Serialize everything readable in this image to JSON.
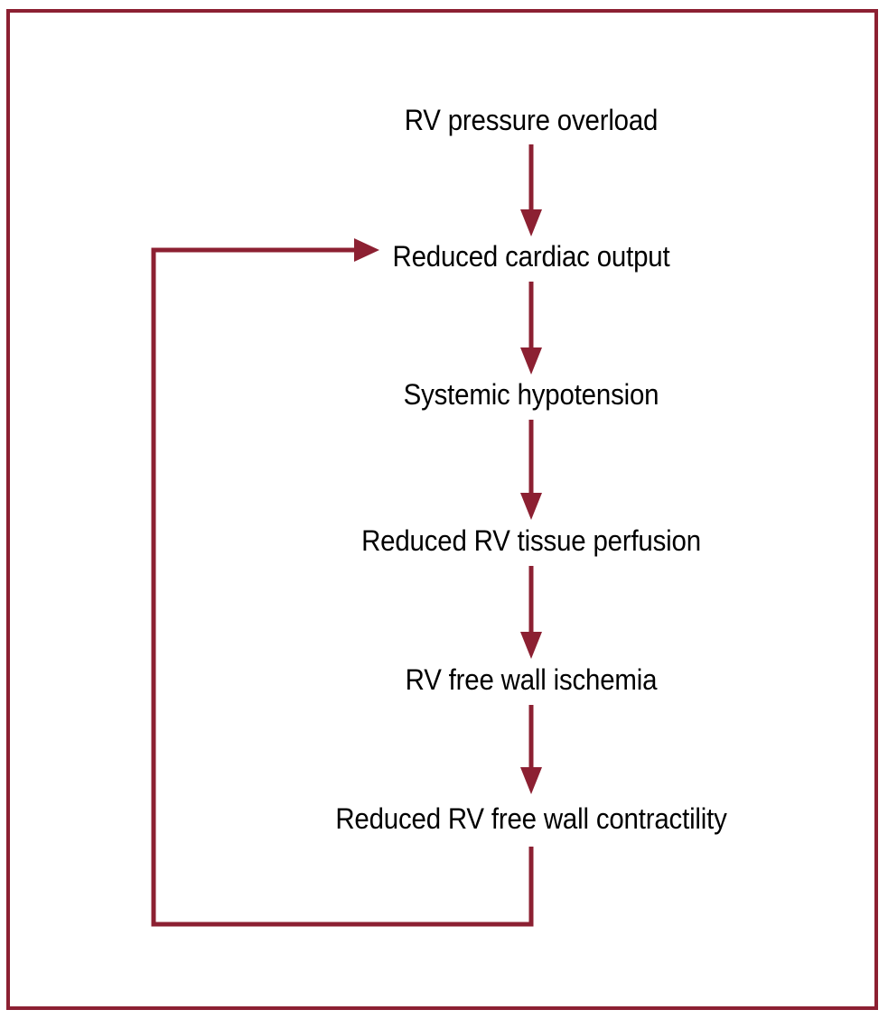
{
  "figure": {
    "title": "RV pressure overload spiral of death flow diagram",
    "frame_color": "#8C2032",
    "arrow_color": "#8C2032",
    "text_color": "#000000",
    "background_color": "#FFFFFF"
  },
  "chart_data": {
    "type": "diagram",
    "diagram_kind": "cyclic-flowchart",
    "title": "",
    "nodes": [
      {
        "id": "n1",
        "label": "RV pressure overload"
      },
      {
        "id": "n2",
        "label": "Reduced cardiac output"
      },
      {
        "id": "n3",
        "label": "Systemic hypotension"
      },
      {
        "id": "n4",
        "label": "Reduced RV tissue perfusion"
      },
      {
        "id": "n5",
        "label": "RV free wall ischemia"
      },
      {
        "id": "n6",
        "label": "Reduced RV free wall contractility"
      }
    ],
    "edges": [
      {
        "from": "n1",
        "to": "n2",
        "kind": "straight-down",
        "arrowhead": true
      },
      {
        "from": "n2",
        "to": "n3",
        "kind": "straight-down",
        "arrowhead": true
      },
      {
        "from": "n3",
        "to": "n4",
        "kind": "straight-down",
        "arrowhead": true
      },
      {
        "from": "n4",
        "to": "n5",
        "kind": "straight-down",
        "arrowhead": true
      },
      {
        "from": "n5",
        "to": "n6",
        "kind": "straight-down",
        "arrowhead": true
      },
      {
        "from": "n6",
        "to": "n2",
        "kind": "feedback-loop-left",
        "arrowhead": true
      }
    ],
    "legend": [],
    "annotations": []
  },
  "nodes": {
    "n1": "RV pressure overload",
    "n2": "Reduced cardiac output",
    "n3": "Systemic hypotension",
    "n4": "Reduced RV tissue perfusion",
    "n5": "RV free wall ischemia",
    "n6": "Reduced RV free wall contractility"
  }
}
